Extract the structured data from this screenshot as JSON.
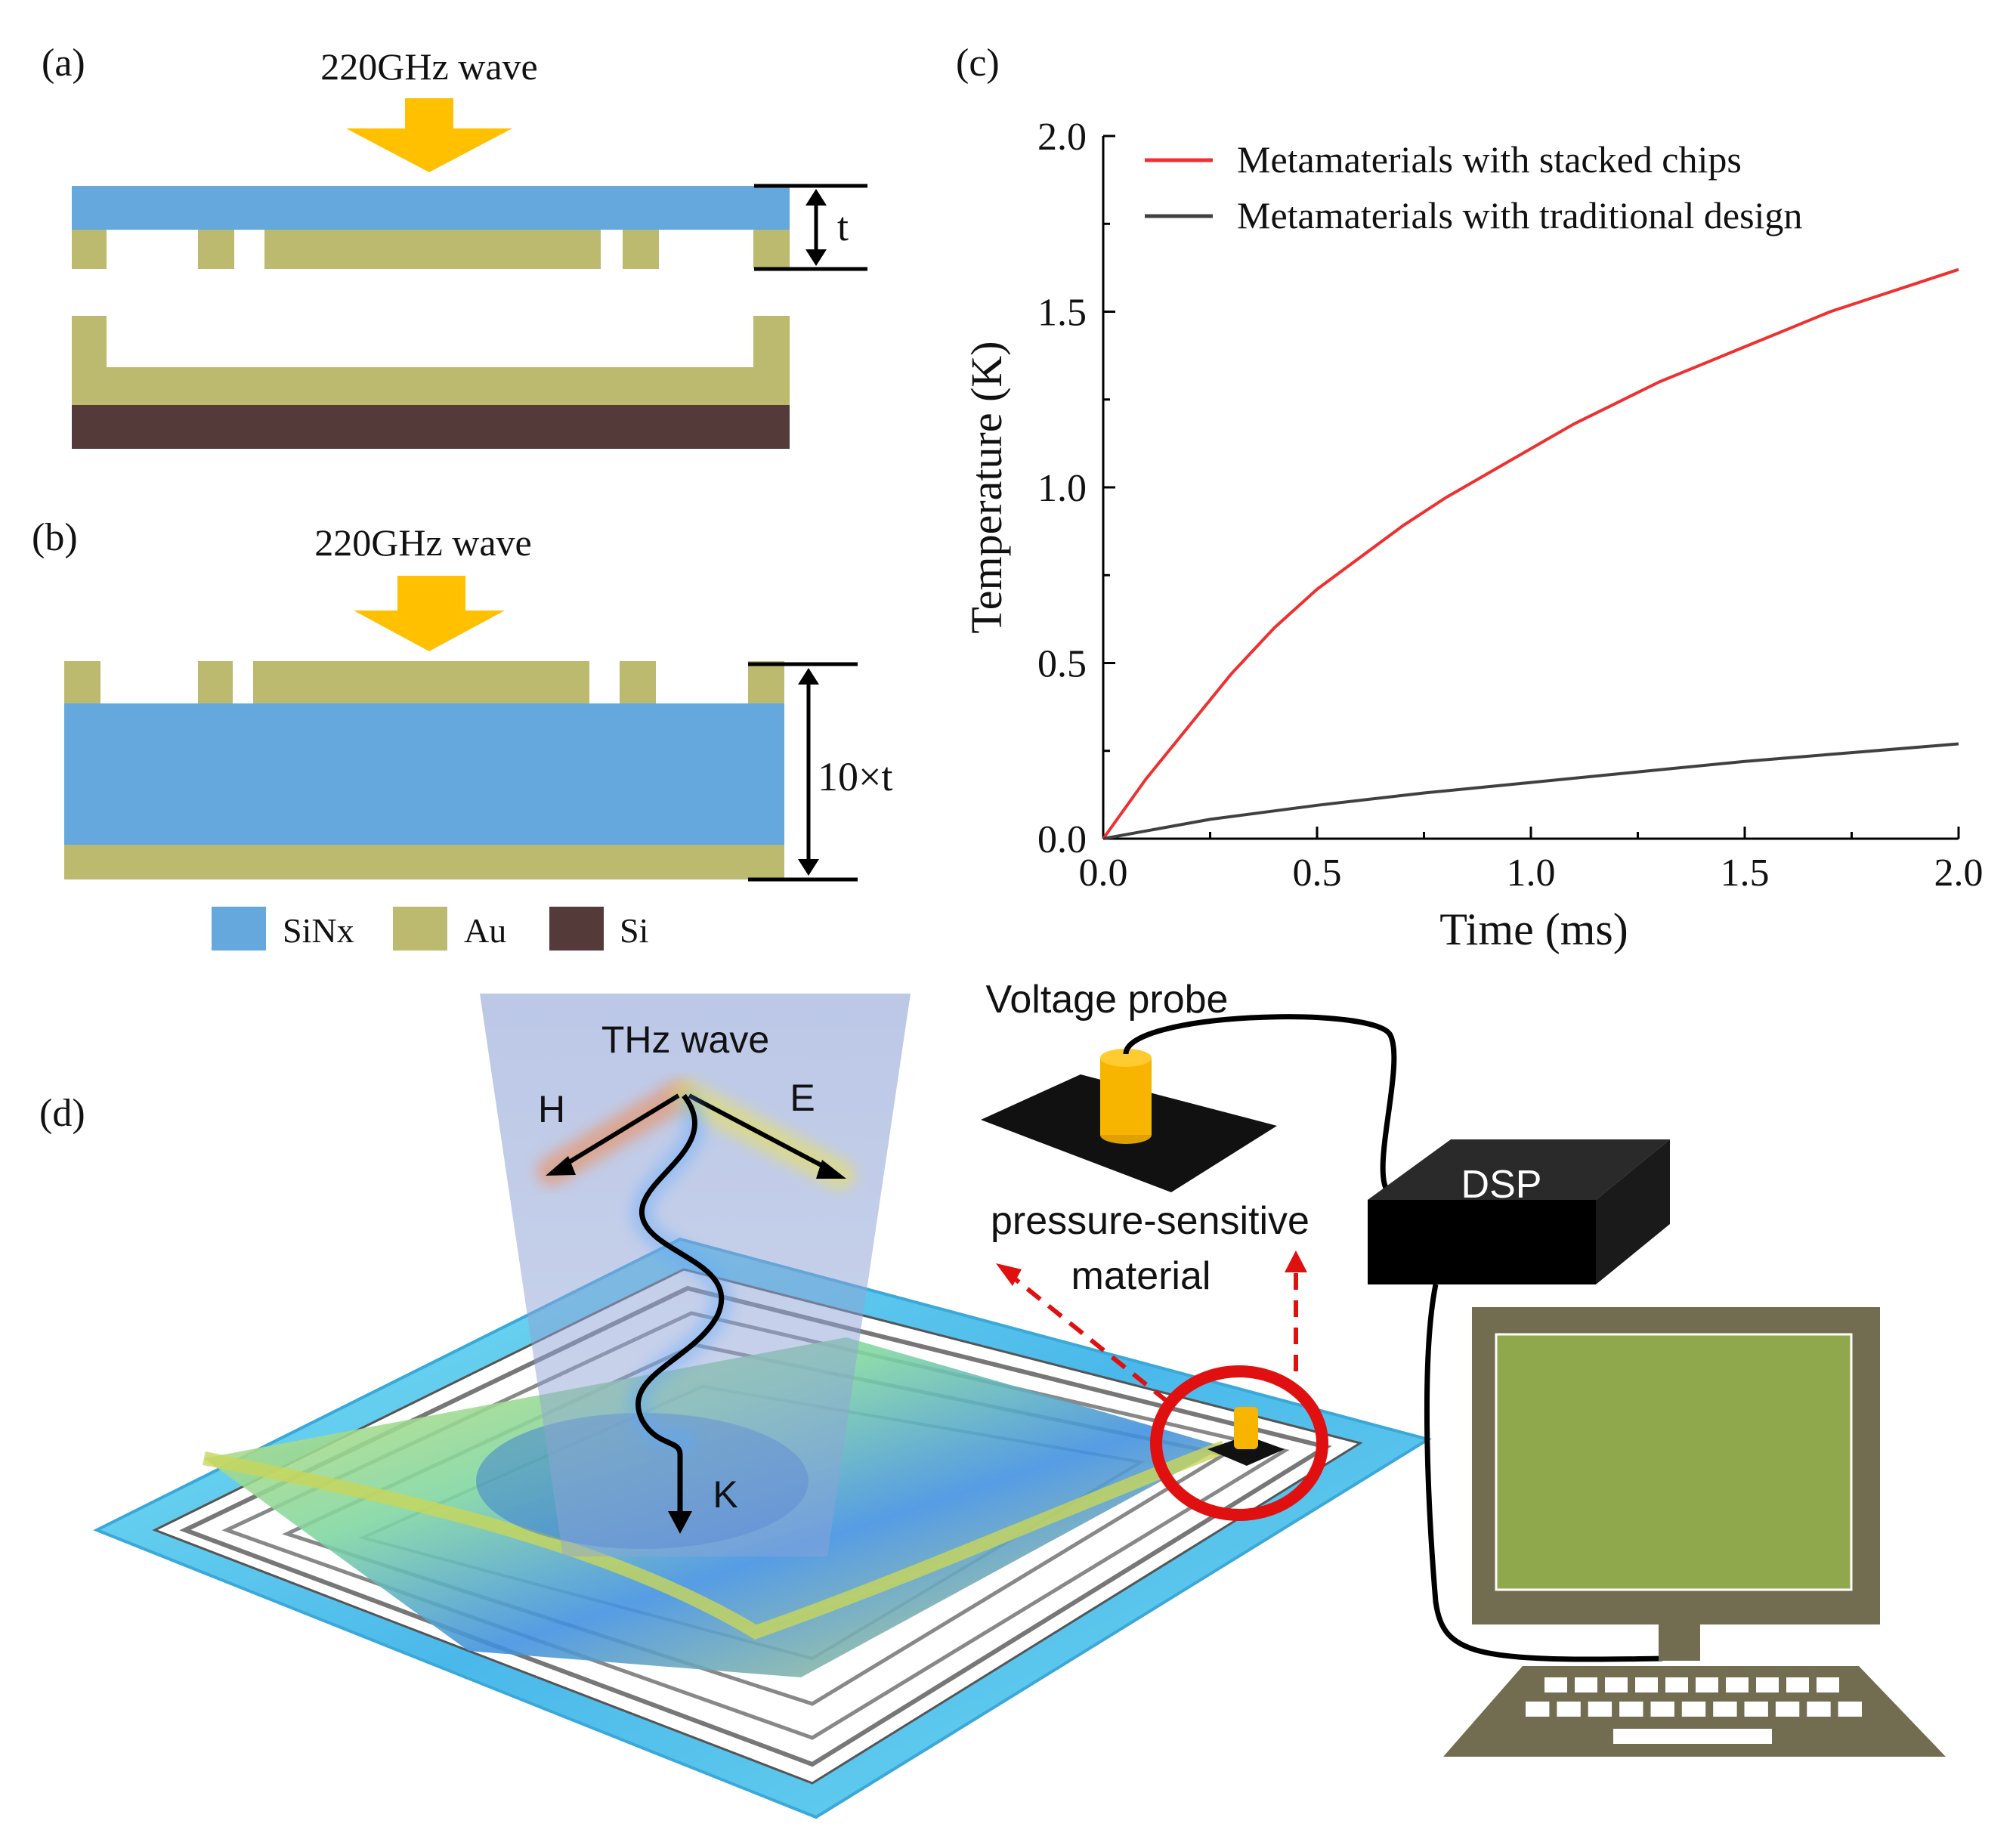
{
  "panel_a": {
    "label": "(a)",
    "wave_label": "220GHz wave",
    "thickness_label": "t"
  },
  "panel_b": {
    "label": "(b)",
    "wave_label": "220GHz wave",
    "thickness_label": "10×t"
  },
  "legend_materials": [
    {
      "label": "SiNx",
      "color": "#64a8dd"
    },
    {
      "label": "Au",
      "color": "#bcba6e"
    },
    {
      "label": "Si",
      "color": "#553a3a"
    }
  ],
  "colors": {
    "sinx": "#64a8dd",
    "au": "#bcba6e",
    "si": "#553a3a",
    "arrow": "#ffc000",
    "red_series": "#ee3030",
    "black_series": "#404040",
    "monitor_frame": "#726c50",
    "monitor_screen": "#8fa84c",
    "pressure_chip": "#f7b500"
  },
  "panel_c": {
    "label": "(c)",
    "chart_data": {
      "type": "line",
      "xlabel": "Time (ms)",
      "ylabel": "Temperature (K)",
      "xlim": [
        0,
        2
      ],
      "ylim": [
        0,
        2
      ],
      "x_ticks": [
        "0.0",
        "0.5",
        "1.0",
        "1.5",
        "2.0"
      ],
      "y_ticks": [
        "0.0",
        "0.5",
        "1.0",
        "1.5",
        "2.0"
      ],
      "grid": false,
      "legend_position": "top-right",
      "series": [
        {
          "name": "Metamaterials with stacked chips",
          "color": "#ee3030",
          "x": [
            0,
            0.1,
            0.2,
            0.3,
            0.4,
            0.5,
            0.6,
            0.7,
            0.8,
            0.9,
            1.0,
            1.1,
            1.2,
            1.3,
            1.4,
            1.5,
            1.6,
            1.7,
            1.8,
            1.9,
            2.0
          ],
          "y": [
            0,
            0.17,
            0.32,
            0.47,
            0.6,
            0.71,
            0.8,
            0.89,
            0.97,
            1.04,
            1.11,
            1.18,
            1.24,
            1.3,
            1.35,
            1.4,
            1.45,
            1.5,
            1.54,
            1.58,
            1.62
          ]
        },
        {
          "name": "Metamaterials with traditional design",
          "color": "#404040",
          "x": [
            0,
            0.25,
            0.5,
            0.75,
            1.0,
            1.25,
            1.5,
            1.75,
            2.0
          ],
          "y": [
            0,
            0.055,
            0.095,
            0.13,
            0.16,
            0.19,
            0.22,
            0.245,
            0.27
          ]
        }
      ]
    }
  },
  "panel_d": {
    "label": "(d)",
    "thz_label": "THz wave",
    "h_label": "H",
    "e_label": "E",
    "k_label": "K",
    "probe_label": "Voltage probe",
    "dsp_label": "DSP",
    "material_line1": "pressure-sensitive",
    "material_line2": "material"
  }
}
